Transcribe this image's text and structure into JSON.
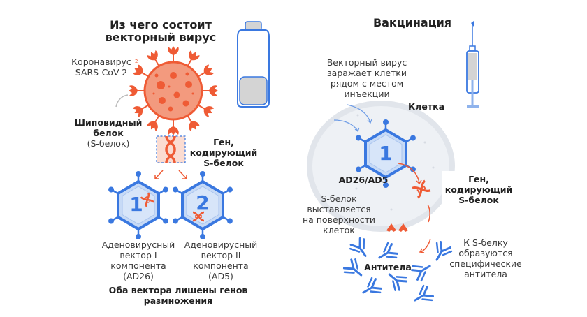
{
  "colors": {
    "virus_orange": "#EF5B35",
    "virus_fill": "#F6A58C",
    "vector_blue": "#3A78E0",
    "vector_fill": "#C7DAF6",
    "cell_gray": "#E6E9EE",
    "vial_gray": "#D4D4D4",
    "text_dark": "#222222"
  },
  "left": {
    "title_line1": "Из чего состоит",
    "title_line2": "векторный вирус",
    "coronavirus_line1": "Коронавирус",
    "coronavirus_line2": "SARS-CoV-2",
    "spike_line1": "Шиповидный",
    "spike_line2": "белок",
    "spike_line3": "(S-белок)",
    "gene_line1": "Ген,",
    "gene_line2": "кодирующий",
    "gene_line3": "S-белок",
    "vector1_number": "1",
    "vector2_number": "2",
    "vector1_line1": "Аденовирусный",
    "vector1_line2": "вектор I",
    "vector1_line3": "компонента",
    "vector1_line4": "(AD26)",
    "vector2_line1": "Аденовирусный",
    "vector2_line2": "вектор II",
    "vector2_line3": "компонента",
    "vector2_line4": "(AD5)",
    "footer_line1": "Оба вектора лишены генов",
    "footer_line2": "размножения"
  },
  "right": {
    "title": "Вакцинация",
    "infects_line1": "Векторный вирус",
    "infects_line2": "заражает клетки",
    "infects_line3": "рядом с местом",
    "infects_line4": "инъекции",
    "cell_label": "Клетка",
    "vector_number": "1",
    "vector_label": "AD26/AD5",
    "gene_line1": "Ген,",
    "gene_line2": "кодирующий",
    "gene_line3": "S-белок",
    "surface_line1": "S-белок",
    "surface_line2": "выставляется",
    "surface_line3": "на поверхности",
    "surface_line4": "клеток",
    "antibodies_form_line1": "К S-белку",
    "antibodies_form_line2": "образуются",
    "antibodies_form_line3": "специфические",
    "antibodies_form_line4": "антитела",
    "antibodies_label": "Антитела"
  }
}
